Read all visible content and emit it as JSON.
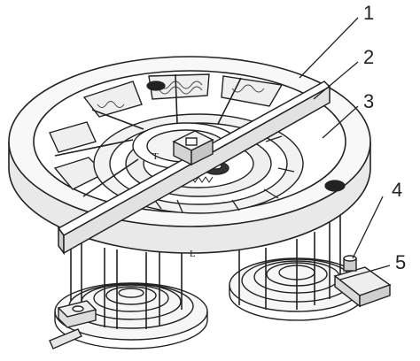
{
  "figure": {
    "callouts": [
      {
        "id": "1",
        "label": "1"
      },
      {
        "id": "2",
        "label": "2"
      },
      {
        "id": "3",
        "label": "3"
      },
      {
        "id": "4",
        "label": "4"
      },
      {
        "id": "5",
        "label": "5"
      }
    ],
    "marks": {
      "inner_ring_mark": "T",
      "base_mark": "L"
    }
  }
}
